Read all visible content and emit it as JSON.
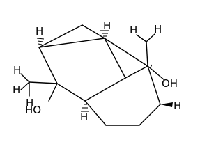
{
  "molecule": {
    "labels": {
      "oh_left": "HO",
      "oh_right": "OH",
      "h_methyl_top_left": "H",
      "h_methyl_top_right": "H",
      "h_methyl_left_1": "H",
      "h_methyl_left_2": "H",
      "h_methyl_left_3": "H",
      "h_bridgehead_top": "H",
      "h_bridgehead_right": "H",
      "h_bridgehead_bottom": "H",
      "h_bridgehead_top_right": "H"
    },
    "colors": {
      "bond": "#000000",
      "text": "#000000",
      "background": "#ffffff"
    }
  }
}
